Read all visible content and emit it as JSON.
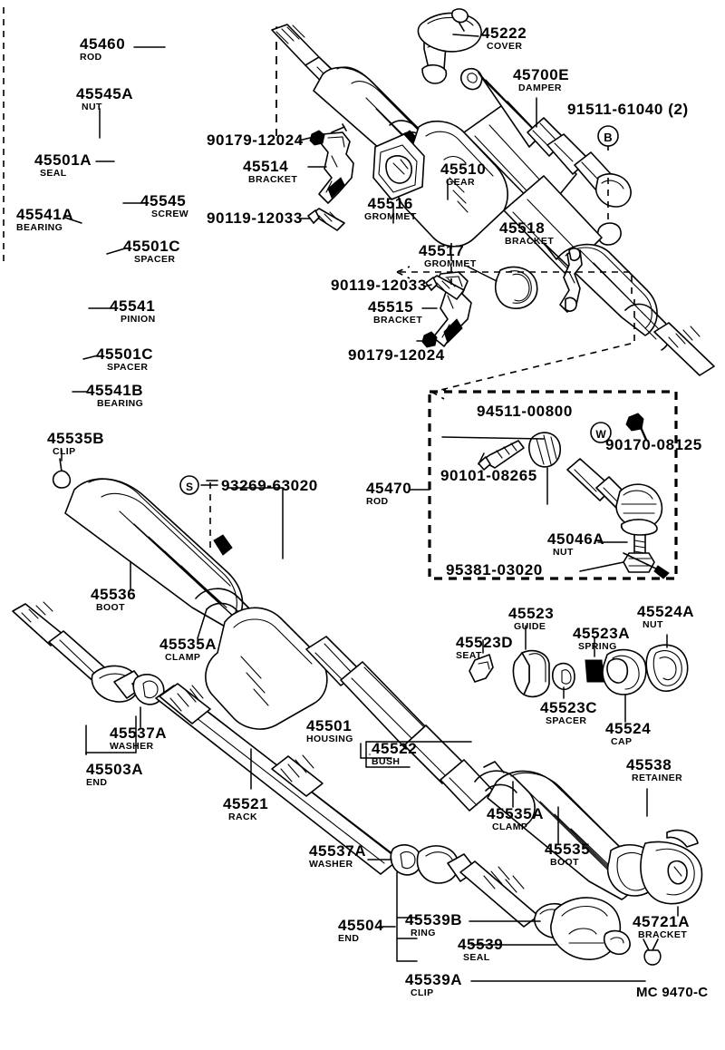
{
  "diagram": {
    "title": "Toyota Steering Gear & Link — Power Steering Rack Assembly",
    "reference_code": "MC 9470-C",
    "ink_color": "#000000",
    "background_color": "#ffffff"
  },
  "labels": [
    {
      "id": "l-45460",
      "number": "45460",
      "desc": "ROD"
    },
    {
      "id": "l-45545A",
      "number": "45545A",
      "desc": "NUT"
    },
    {
      "id": "l-45501A",
      "number": "45501A",
      "desc": "SEAL"
    },
    {
      "id": "l-45541A",
      "number": "45541A",
      "desc": "BEARING"
    },
    {
      "id": "l-45545",
      "number": "45545",
      "desc": "SCREW"
    },
    {
      "id": "l-45501C-top",
      "number": "45501C",
      "desc": "SPACER"
    },
    {
      "id": "l-45541",
      "number": "45541",
      "desc": "PINION"
    },
    {
      "id": "l-45501C-bot",
      "number": "45501C",
      "desc": "SPACER"
    },
    {
      "id": "l-45541B",
      "number": "45541B",
      "desc": "BEARING"
    },
    {
      "id": "l-45535B",
      "number": "45535B",
      "desc": "CLIP"
    },
    {
      "id": "l-45536",
      "number": "45536",
      "desc": "BOOT"
    },
    {
      "id": "l-45535A-up",
      "number": "45535A",
      "desc": "CLAMP"
    },
    {
      "id": "l-93269",
      "number": "93269-63020",
      "desc": ""
    },
    {
      "id": "l-45222",
      "number": "45222",
      "desc": "COVER"
    },
    {
      "id": "l-45700E",
      "number": "45700E",
      "desc": "DAMPER"
    },
    {
      "id": "l-91511",
      "number": "91511-61040 (2)",
      "desc": ""
    },
    {
      "id": "l-90179-top",
      "number": "90179-12024",
      "desc": ""
    },
    {
      "id": "l-45514",
      "number": "45514",
      "desc": "BRACKET"
    },
    {
      "id": "l-90119-top",
      "number": "90119-12033",
      "desc": ""
    },
    {
      "id": "l-45516",
      "number": "45516",
      "desc": "GROMMET"
    },
    {
      "id": "l-45510",
      "number": "45510",
      "desc": "GEAR"
    },
    {
      "id": "l-45518",
      "number": "45518",
      "desc": "BRACKET"
    },
    {
      "id": "l-45517",
      "number": "45517",
      "desc": "GROMMET"
    },
    {
      "id": "l-90119-bot",
      "number": "90119-12033",
      "desc": ""
    },
    {
      "id": "l-45515",
      "number": "45515",
      "desc": "BRACKET"
    },
    {
      "id": "l-90179-bot",
      "number": "90179-12024",
      "desc": ""
    },
    {
      "id": "l-94511",
      "number": "94511-00800",
      "desc": ""
    },
    {
      "id": "l-90170",
      "number": "90170-08125",
      "desc": ""
    },
    {
      "id": "l-90101",
      "number": "90101-08265",
      "desc": ""
    },
    {
      "id": "l-45470",
      "number": "45470",
      "desc": "ROD"
    },
    {
      "id": "l-45046A",
      "number": "45046A",
      "desc": "NUT"
    },
    {
      "id": "l-95381",
      "number": "95381-03020",
      "desc": ""
    },
    {
      "id": "l-45503A",
      "number": "45503A",
      "desc": "END"
    },
    {
      "id": "l-45537A-up",
      "number": "45537A",
      "desc": "WASHER"
    },
    {
      "id": "l-45501",
      "number": "45501",
      "desc": "HOUSING"
    },
    {
      "id": "l-45521",
      "number": "45521",
      "desc": "RACK"
    },
    {
      "id": "l-45522",
      "number": "45522",
      "desc": "BUSH"
    },
    {
      "id": "l-45523D",
      "number": "45523D",
      "desc": "SEAT"
    },
    {
      "id": "l-45523",
      "number": "45523",
      "desc": "GUIDE"
    },
    {
      "id": "l-45523C",
      "number": "45523C",
      "desc": "SPACER"
    },
    {
      "id": "l-45523A",
      "number": "45523A",
      "desc": "SPRING"
    },
    {
      "id": "l-45524",
      "number": "45524",
      "desc": "CAP"
    },
    {
      "id": "l-45524A",
      "number": "45524A",
      "desc": "NUT"
    },
    {
      "id": "l-45538",
      "number": "45538",
      "desc": "RETAINER"
    },
    {
      "id": "l-45535A-lo",
      "number": "45535A",
      "desc": "CLAMP"
    },
    {
      "id": "l-45535",
      "number": "45535",
      "desc": "BOOT"
    },
    {
      "id": "l-45721A",
      "number": "45721A",
      "desc": "BRACKET"
    },
    {
      "id": "l-45537A-lo",
      "number": "45537A",
      "desc": "WASHER"
    },
    {
      "id": "l-45504",
      "number": "45504",
      "desc": "END"
    },
    {
      "id": "l-45539B",
      "number": "45539B",
      "desc": "RING"
    },
    {
      "id": "l-45539",
      "number": "45539",
      "desc": "SEAL"
    },
    {
      "id": "l-45539A",
      "number": "45539A",
      "desc": "CLIP"
    }
  ]
}
